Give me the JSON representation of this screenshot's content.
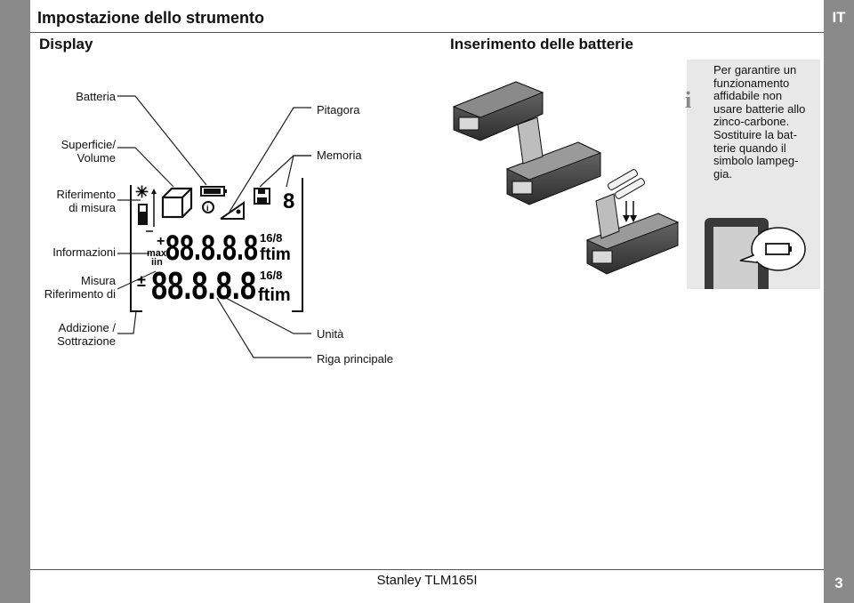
{
  "header": {
    "title": "Impostazione dello strumento",
    "lang": "IT",
    "section_display": "Display",
    "section_batteries": "Inserimento delle batterie"
  },
  "display_labels": {
    "left": [
      "Batteria",
      "Superficie/\nVolume",
      "Riferimento\ndi misura",
      "Informazioni",
      "Misura\nRiferimento di",
      "Addizione /\nSottrazione"
    ],
    "right": [
      "Pitagora",
      "Memoria",
      "Unità",
      "Riga principale"
    ]
  },
  "lcd": {
    "row1_digits": "88.8.8.8",
    "row2_digits": "88.8.8.8",
    "unit": "ftim",
    "fraction": "16/8",
    "max": "max",
    "min": "iin",
    "memory_digit": "8"
  },
  "battery_note": "Per garantire un funzionamento affidabile non usare batterie allo zinco-carbone. Sostituire la batterie quando il simbolo lampeggia.",
  "battery_note_lines": [
    "Per garantire un",
    "funzionamento",
    "affidabile non",
    "usare batterie allo",
    "zinco-carbone.",
    "Sostituire la bat-",
    "terie quando il",
    "simbolo lampeg-",
    "gia."
  ],
  "footer": {
    "model": "Stanley TLM165I",
    "page": "3"
  },
  "colors": {
    "sidebar": "#8a8a8a",
    "note_bg": "#e8e8e8"
  }
}
